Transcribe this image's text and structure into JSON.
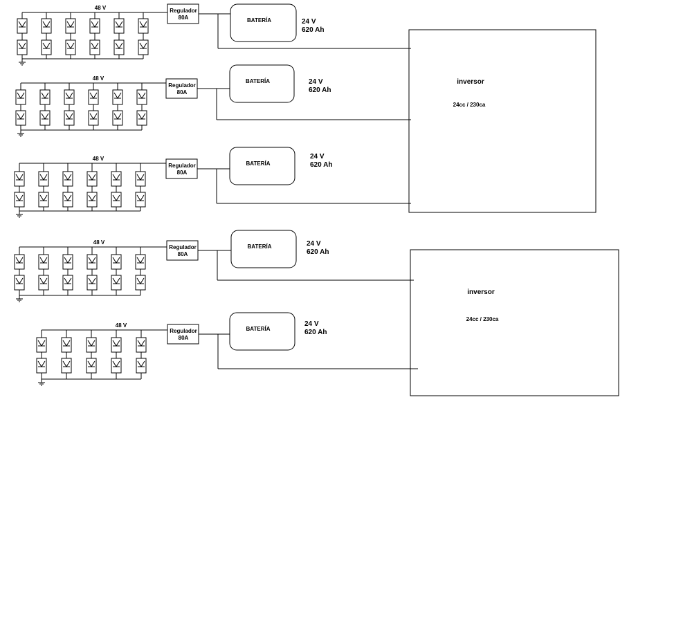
{
  "colors": {
    "line": "#000000",
    "background": "#ffffff"
  },
  "rows": [
    {
      "voltage": "48 V",
      "regulator": [
        "Regulador",
        "80A"
      ],
      "battery": "BATERÍA",
      "spec": [
        "24 V",
        "620 Ah"
      ],
      "panel_columns": 6
    },
    {
      "voltage": "48 V",
      "regulator": [
        "Regulador",
        "80A"
      ],
      "battery": "BATERÍA",
      "spec": [
        "24 V",
        "620 Ah"
      ],
      "panel_columns": 6
    },
    {
      "voltage": "48 V",
      "regulator": [
        "Regulador",
        "80A"
      ],
      "battery": "BATERÍA",
      "spec": [
        "24 V",
        "620 Ah"
      ],
      "panel_columns": 6
    },
    {
      "voltage": "48 V",
      "regulator": [
        "Regulador",
        "80A"
      ],
      "battery": "BATERÍA",
      "spec": [
        "24 V",
        "620 Ah"
      ],
      "panel_columns": 6
    },
    {
      "voltage": "48 V",
      "regulator": [
        "Regulador",
        "80A"
      ],
      "battery": "BATERÍA",
      "spec": [
        "24 V",
        "620 Ah"
      ],
      "panel_columns": 5
    }
  ],
  "inverters": [
    {
      "label": "inversor",
      "rating": "24cc / 230ca"
    },
    {
      "label": "inversor",
      "rating": "24cc / 230ca"
    }
  ]
}
